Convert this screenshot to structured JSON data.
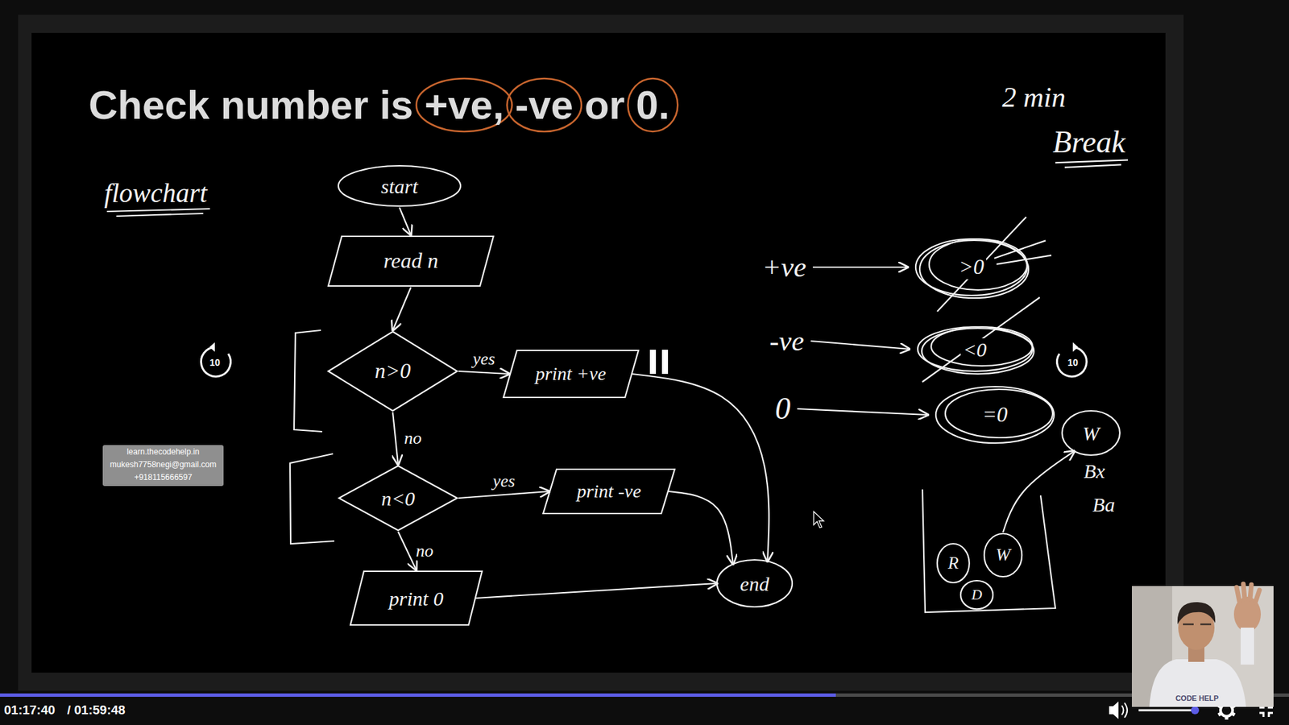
{
  "diagram": {
    "title": "Check number is +ve, -ve or 0.",
    "nodes": [
      {
        "text": [
          "start"
        ]
      },
      {
        "text": [
          "read n"
        ]
      },
      {
        "text": [
          "n>0"
        ]
      },
      {
        "text": [
          "print +ve"
        ]
      },
      {
        "text": [
          "n<0"
        ]
      },
      {
        "text": [
          "print -ve"
        ]
      },
      {
        "text": [
          "print 0"
        ]
      },
      {
        "text": [
          "end"
        ]
      },
      {
        "text": [
          ">0"
        ]
      },
      {
        "text": [
          "<0"
        ]
      },
      {
        "text": [
          "=0"
        ]
      },
      {
        "text": [
          "W"
        ]
      },
      {
        "text": [
          "R"
        ]
      },
      {
        "text": [
          "W"
        ]
      },
      {
        "text": [
          "D"
        ]
      }
    ],
    "edges": [
      {
        "from": 0,
        "to": 1,
        "arrow": "to"
      },
      {
        "from": 1,
        "to": 2,
        "arrow": "to"
      },
      {
        "from": 2,
        "to": 3,
        "label": "yes",
        "arrow": "to"
      },
      {
        "from": 2,
        "to": 4,
        "label": "no",
        "arrow": "to"
      },
      {
        "from": 4,
        "to": 5,
        "label": "yes",
        "arrow": "to"
      },
      {
        "from": 4,
        "to": 6,
        "label": "no",
        "arrow": "to"
      },
      {
        "from": 3,
        "to": 7,
        "arrow": "to"
      },
      {
        "from": 5,
        "to": 7,
        "arrow": "to"
      },
      {
        "from": 6,
        "to": 7,
        "arrow": "to"
      },
      {
        "from": 13,
        "to": 11,
        "arrow": "to"
      }
    ],
    "labels": [
      "flowchart",
      "2 min",
      "Break",
      "+ve",
      "-ve",
      "0",
      "Bx",
      "Ba",
      "10",
      "10",
      "learn.thecodehelp.in",
      "mukesh7758negi@gmail.com",
      "+918115666597",
      "01:17:40",
      "/ 01:59:48",
      "CODE HELP"
    ]
  }
}
